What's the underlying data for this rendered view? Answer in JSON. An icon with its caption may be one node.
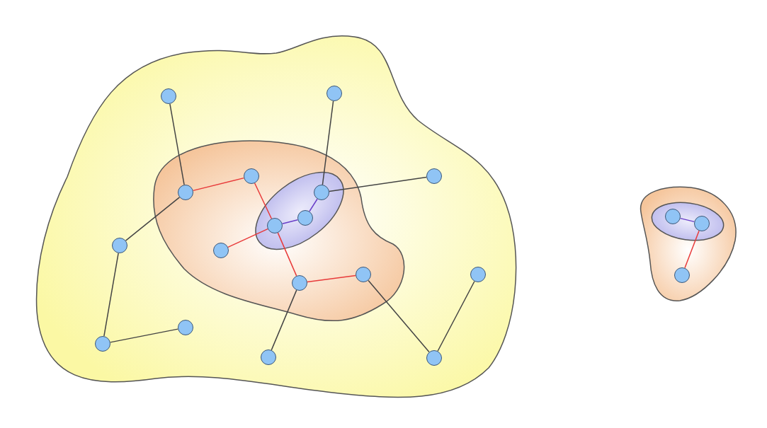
{
  "diagram": {
    "nodes": [
      {
        "text": [],
        "shape": "blob"
      },
      {
        "text": [],
        "shape": "blob",
        "in": 0
      },
      {
        "text": [],
        "shape": "blob",
        "in": 1
      },
      {
        "text": [],
        "shape": "circle",
        "in": 0
      },
      {
        "text": [],
        "shape": "circle",
        "in": 0
      },
      {
        "text": [],
        "shape": "circle",
        "in": 1
      },
      {
        "text": [],
        "shape": "circle",
        "in": 1
      },
      {
        "text": [],
        "shape": "circle",
        "in": 2
      },
      {
        "text": [],
        "shape": "circle",
        "in": 0
      },
      {
        "text": [],
        "shape": "circle",
        "in": 2
      },
      {
        "text": [],
        "shape": "circle",
        "in": 2
      },
      {
        "text": [],
        "shape": "circle",
        "in": 0
      },
      {
        "text": [],
        "shape": "circle",
        "in": 1
      },
      {
        "text": [],
        "shape": "circle",
        "in": 1
      },
      {
        "text": [],
        "shape": "circle",
        "in": 0
      },
      {
        "text": [],
        "shape": "circle",
        "in": 1
      },
      {
        "text": [],
        "shape": "circle",
        "in": 0
      },
      {
        "text": [],
        "shape": "circle",
        "in": 0
      },
      {
        "text": [],
        "shape": "circle",
        "in": 0
      },
      {
        "text": [],
        "shape": "circle",
        "in": 0
      },
      {
        "text": [],
        "shape": "blob"
      },
      {
        "text": [],
        "shape": "blob",
        "in": 20
      },
      {
        "text": [],
        "shape": "circle",
        "in": 21
      },
      {
        "text": [],
        "shape": "circle",
        "in": 21
      },
      {
        "text": [],
        "shape": "circle",
        "in": 20
      }
    ],
    "edges": [
      {
        "from": 3,
        "to": 5,
        "arrow": "none"
      },
      {
        "from": 4,
        "to": 7,
        "arrow": "none"
      },
      {
        "from": 5,
        "to": 6,
        "arrow": "none",
        "color": "#e83a3a"
      },
      {
        "from": 5,
        "to": 11,
        "arrow": "none"
      },
      {
        "from": 6,
        "to": 10,
        "arrow": "none",
        "color": "#e83a3a"
      },
      {
        "from": 7,
        "to": 9,
        "arrow": "none",
        "color": "#6a3fc8"
      },
      {
        "from": 9,
        "to": 10,
        "arrow": "none",
        "color": "#6a3fc8"
      },
      {
        "from": 7,
        "to": 8,
        "arrow": "none"
      },
      {
        "from": 10,
        "to": 12,
        "arrow": "none",
        "color": "#e83a3a"
      },
      {
        "from": 10,
        "to": 15,
        "arrow": "none",
        "color": "#e83a3a"
      },
      {
        "from": 15,
        "to": 13,
        "arrow": "none",
        "color": "#e83a3a"
      },
      {
        "from": 15,
        "to": 18,
        "arrow": "none"
      },
      {
        "from": 13,
        "to": 19,
        "arrow": "none"
      },
      {
        "from": 19,
        "to": 14,
        "arrow": "none"
      },
      {
        "from": 11,
        "to": 17,
        "arrow": "none"
      },
      {
        "from": 17,
        "to": 16,
        "arrow": "none"
      },
      {
        "from": 22,
        "to": 23,
        "arrow": "none",
        "color": "#6a3fc8"
      },
      {
        "from": 23,
        "to": 24,
        "arrow": "none",
        "color": "#e83a3a"
      }
    ]
  }
}
